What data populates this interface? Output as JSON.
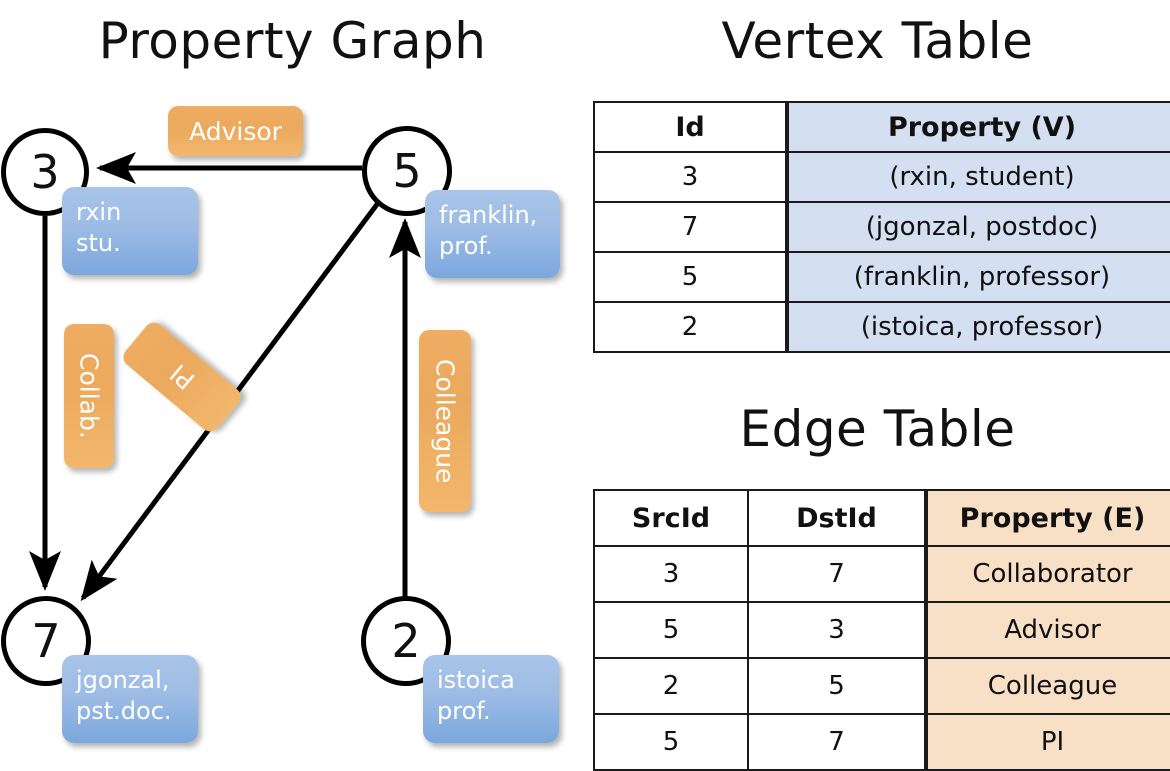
{
  "graph": {
    "title": "Property Graph",
    "nodes": [
      {
        "id": "3",
        "property_lines": [
          "rxin",
          "stu."
        ]
      },
      {
        "id": "5",
        "property_lines": [
          "franklin,",
          "prof."
        ]
      },
      {
        "id": "7",
        "property_lines": [
          "jgonzal,",
          "pst.doc."
        ]
      },
      {
        "id": "2",
        "property_lines": [
          "istoica",
          "prof."
        ]
      }
    ],
    "edge_labels": [
      {
        "name": "advisor",
        "text": "Advisor",
        "orientation": "horizontal"
      },
      {
        "name": "collab",
        "text": "Collab.",
        "orientation": "vertical"
      },
      {
        "name": "pi",
        "text": "PI",
        "orientation": "rotated"
      },
      {
        "name": "colleague",
        "text": "Colleague",
        "orientation": "vertical"
      }
    ],
    "edges": [
      {
        "src": "5",
        "dst": "3",
        "label": "Advisor"
      },
      {
        "src": "3",
        "dst": "7",
        "label": "Collab."
      },
      {
        "src": "5",
        "dst": "7",
        "label": "PI"
      },
      {
        "src": "2",
        "dst": "5",
        "label": "Colleague"
      }
    ]
  },
  "vertex_table": {
    "title": "Vertex Table",
    "headers": [
      "Id",
      "Property (V)"
    ],
    "rows": [
      {
        "id": "3",
        "property": "(rxin, student)"
      },
      {
        "id": "7",
        "property": "(jgonzal, postdoc)"
      },
      {
        "id": "5",
        "property": "(franklin, professor)"
      },
      {
        "id": "2",
        "property": "(istoica, professor)"
      }
    ]
  },
  "edge_table": {
    "title": "Edge Table",
    "headers": [
      "SrcId",
      "DstId",
      "Property (E)"
    ],
    "rows": [
      {
        "src": "3",
        "dst": "7",
        "property": "Collaborator"
      },
      {
        "src": "5",
        "dst": "3",
        "property": "Advisor"
      },
      {
        "src": "2",
        "dst": "5",
        "property": "Colleague"
      },
      {
        "src": "5",
        "dst": "7",
        "property": "PI"
      }
    ]
  },
  "colors": {
    "vertex_property_fill": "#d4e0f2",
    "edge_property_fill": "#f8e0c6",
    "node_box_blue": "#9dbce5",
    "edge_label_orange": "#eba95d",
    "stroke": "#111111"
  }
}
